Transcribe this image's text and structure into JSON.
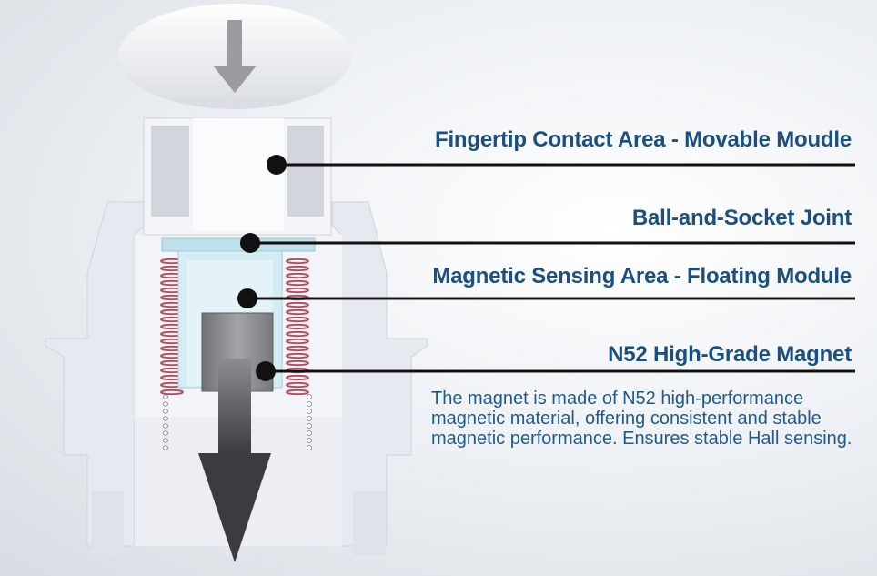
{
  "callouts": [
    {
      "title": "Fingertip Contact Area - Movable Moudle"
    },
    {
      "title": "Ball-and-Socket Joint"
    },
    {
      "title": "Magnetic Sensing Area - Floating Module"
    },
    {
      "title": "N52 High-Grade Magnet"
    }
  ],
  "magnet_description": "The magnet is made of N52 high-performance magnetic material, offering consistent and stable magnetic performance. Ensures stable Hall sensing.",
  "colors": {
    "title_text": "#1a4f7e",
    "body_text": "#1f5a8e",
    "leader_line": "#111111",
    "housing": "#eef0f5",
    "spring": "#b04a60",
    "floating_module": "#cde8f0",
    "magnet": "#8a8c90",
    "arrow": "#444448"
  },
  "icons": [
    "press-down-arrow-icon",
    "magnetic-field-arrow-icon"
  ]
}
